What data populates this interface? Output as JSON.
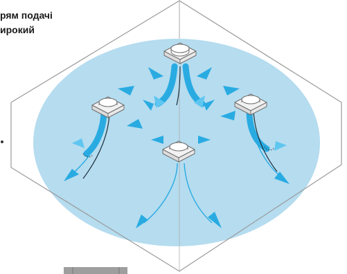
{
  "caption": {
    "line1": "рям подачі",
    "line2": "ирокий"
  },
  "colors": {
    "airflow_zone": "#b5dcef",
    "arrow": "#29abe2",
    "arrow_light": "#5fc6f0",
    "outline": "#9a9a9a",
    "unit_fill": "#f2f2f2",
    "unit_stroke": "#6e6e6e"
  },
  "elements": {
    "units": [
      "top-unit",
      "left-unit",
      "right-unit",
      "center-unit"
    ],
    "cut_off_element": "bottom-edge-bar"
  }
}
